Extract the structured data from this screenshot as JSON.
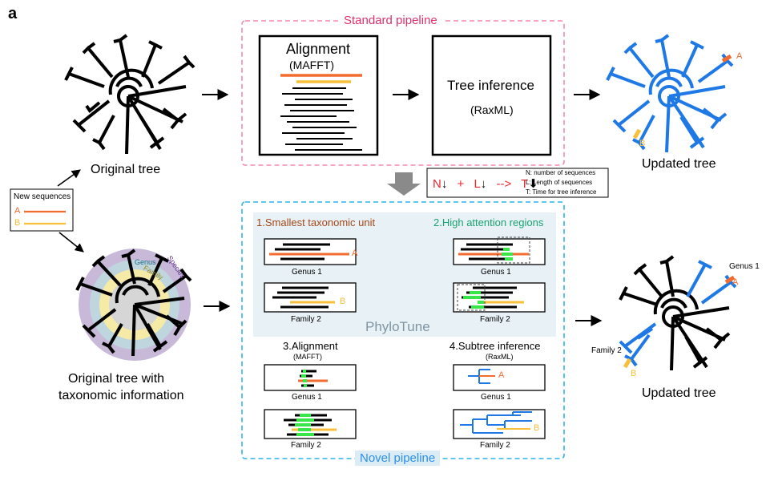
{
  "panel_label": "a",
  "standard_pipeline": {
    "title": "Standard pipeline",
    "alignment_title": "Alignment",
    "alignment_tool": "(MAFFT)",
    "inference_title": "Tree inference",
    "inference_tool": "(RaxML)"
  },
  "original_tree_label": "Original tree",
  "updated_tree_label_top": "Updated tree",
  "updated_tree_label_bottom": "Updated tree",
  "taxonomy_tree_label_line1": "Original tree with",
  "taxonomy_tree_label_line2": "taxonomic information",
  "new_sequences": {
    "title": "New sequences",
    "a": "A",
    "b": "B"
  },
  "ring_labels": {
    "genus": "Genus",
    "family": "Family",
    "species": "Species"
  },
  "formula": {
    "n": "N",
    "arrow_down_1": "↓",
    "plus": "+",
    "l": "L",
    "arrow_down_2": "↓",
    "implies": "-->",
    "t": "T",
    "arrow_down_3": "⬇"
  },
  "legend": {
    "n": "N: number of sequences",
    "l": "L: Length of sequences",
    "t": "T: Time for tree inference"
  },
  "novel_pipeline": {
    "title": "Novel pipeline",
    "brand": "PhyloTune",
    "step1": "1.Smallest taxonomic unit",
    "step2": "2.High attention regions",
    "step3": "3.Alignment",
    "step3_tool": "(MAFFT)",
    "step4": "4.Subtree inference",
    "step4_tool": "(RaxML)",
    "genus_label": "Genus 1",
    "family_label": "Family 2",
    "seq_a": "A",
    "seq_b": "B"
  },
  "updated_bottom": {
    "genus": "Genus 1",
    "family": "Family 2",
    "a": "A",
    "b": "B"
  },
  "updated_top_labels": {
    "a": "A",
    "b": "B"
  },
  "colors": {
    "orange": "#f26b2f",
    "yellow": "#f7bf3a",
    "blue": "#1e78e6",
    "green": "#39e64a",
    "pink": "#f28ab0",
    "cyan": "#2cb6e8",
    "brown": "#a5481b",
    "teal_text": "#1aa271",
    "formula_red": "#e8262e"
  }
}
